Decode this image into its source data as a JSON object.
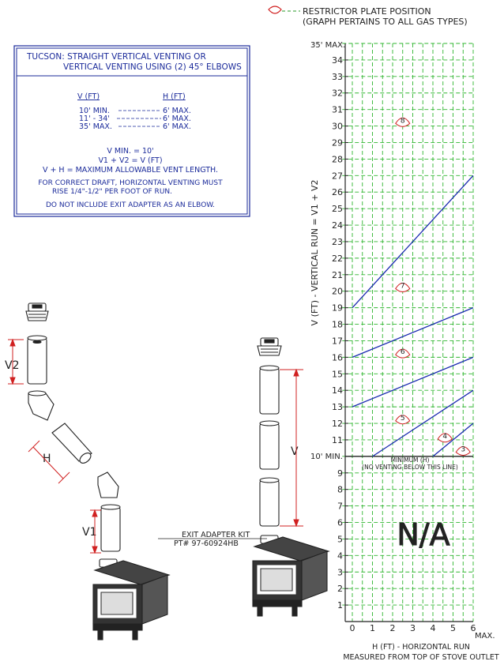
{
  "legend": {
    "line1": "RESTRICTOR PLATE POSITION",
    "line2": "(GRAPH PERTAINS TO ALL GAS TYPES)"
  },
  "info_box": {
    "title1": "TUCSON: STRAIGHT VERTICAL VENTING OR",
    "title2": "VERTICAL VENTING USING (2) 45° ELBOWS",
    "col_v": "V (FT)",
    "col_h": "H (FT)",
    "rows": [
      {
        "v": "10' MIN.",
        "h": "6' MAX."
      },
      {
        "v": "11' - 34'",
        "h": "6' MAX."
      },
      {
        "v": "35' MAX.",
        "h": "6' MAX."
      }
    ],
    "eq1": "V MIN. = 10'",
    "eq2": "V1 + V2 = V (FT)",
    "eq3": "V + H = MAXIMUM ALLOWABLE VENT LENGTH.",
    "note1a": "FOR CORRECT DRAFT, HORIZONTAL VENTING MUST",
    "note1b": "RISE 1/4\"-1/2\" PER FOOT OF RUN.",
    "note2": "DO NOT INCLUDE EXIT ADAPTER AS AN ELBOW."
  },
  "labels": {
    "v2": "V2",
    "h": "H",
    "v1": "V1",
    "v": "V",
    "exit1": "EXIT ADAPTER KIT",
    "exit2": "PT# 97-60924HB"
  },
  "graph": {
    "top_label": "35' MAX.",
    "min_label": "10' MIN.",
    "min_h1": "MINIMUM (H)",
    "min_h2": "(NO VENTING BELOW THIS LINE)",
    "na": "N/A",
    "ylabel": "V (FT) - VERTICAL RUN = V1 + V2",
    "xlabel1": "H (FT) - HORIZONTAL RUN",
    "xlabel2": "MEASURED FROM TOP OF STOVE OUTLET",
    "xmax": "MAX."
  },
  "chart_data": {
    "type": "line",
    "xlabel": "H (FT) - HORIZONTAL RUN",
    "ylabel": "V (FT) - VERTICAL RUN = V1 + V2",
    "xlim": [
      0,
      6
    ],
    "ylim": [
      0,
      35
    ],
    "xticks": [
      "0",
      "1",
      "2",
      "3",
      "4",
      "5",
      "6"
    ],
    "yticks": [
      "1",
      "2",
      "3",
      "4",
      "5",
      "6",
      "7",
      "8",
      "9",
      "11",
      "12",
      "13",
      "14",
      "15",
      "16",
      "17",
      "18",
      "19",
      "20",
      "21",
      "22",
      "23",
      "24",
      "25",
      "26",
      "27",
      "28",
      "29",
      "30",
      "31",
      "32",
      "33",
      "34"
    ],
    "grid": true,
    "min_vertical": 10,
    "series": [
      {
        "x": [
          0,
          6
        ],
        "y": [
          19,
          27
        ]
      },
      {
        "x": [
          0,
          6
        ],
        "y": [
          16,
          19
        ]
      },
      {
        "x": [
          0,
          6
        ],
        "y": [
          13,
          16
        ]
      },
      {
        "x": [
          1,
          6
        ],
        "y": [
          10,
          14
        ]
      },
      {
        "x": [
          4,
          6
        ],
        "y": [
          10,
          12
        ]
      }
    ],
    "annotations": [
      {
        "label": "8",
        "x": 2.5,
        "y": 30.3
      },
      {
        "label": "7",
        "x": 2.5,
        "y": 20.3
      },
      {
        "label": "6",
        "x": 2.5,
        "y": 16.3
      },
      {
        "label": "5",
        "x": 2.5,
        "y": 12.3
      },
      {
        "label": "4",
        "x": 4.6,
        "y": 11.2
      },
      {
        "label": "3",
        "x": 5.5,
        "y": 10.4
      }
    ]
  }
}
